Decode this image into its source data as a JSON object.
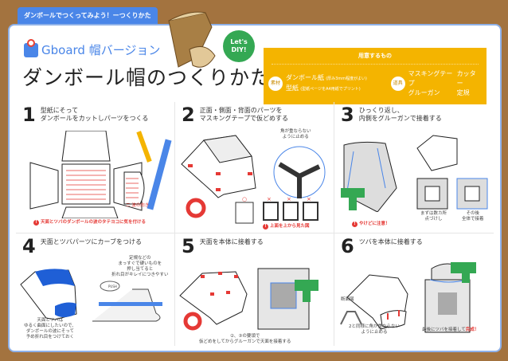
{
  "header": {
    "tab": "ダンボールでつくってみよう！ーつくりかた",
    "subtitle": "Gboard 帽バージョン",
    "title": "ダンボール帽のつくりかた",
    "badge_line1": "Let's",
    "badge_line2": "DIY!"
  },
  "materials": {
    "heading": "用意するもの",
    "material_label": "素材",
    "material_1": "ダンボール紙",
    "material_1_note": "(厚み3mm程度がよい)",
    "material_2": "型紙",
    "material_2_note": "(型紙ページをA4用紙でプリント)",
    "tools_label": "道具",
    "tools": [
      "マスキングテープ",
      "グルーガン",
      "カッター",
      "定規"
    ]
  },
  "steps": [
    {
      "num": "1",
      "title1": "型紙にそって",
      "title2": "ダンボールをカットしパーツをつくる",
      "notes": [
        "二 波の向き"
      ],
      "warning": "天面とツバのダンボールの波のタテヨコに気を付ける"
    },
    {
      "num": "2",
      "title1": "正面・側面・背面のパーツを",
      "title2": "マスキングテープで仮どめする",
      "notes": [
        "角が重ならない",
        "ように止める"
      ],
      "marks": [
        "○",
        "×",
        "×",
        "×"
      ],
      "warning": "上面を上から見た図"
    },
    {
      "num": "3",
      "title1": "ひっくり返し、",
      "title2": "内側をグルーガンで接着する",
      "notes": [
        "まずは数カ所",
        "点づけし",
        "その後",
        "全体で接着"
      ],
      "warning": "やけどに注意！"
    },
    {
      "num": "4",
      "title1": "天面とツバパーツにカーブをつける",
      "title2": "",
      "notes": [
        "定規などの",
        "まっすぐで硬いものを",
        "押し当てると",
        "折れ目がキレイにつきやすい",
        "PUSH",
        "天面とツバは",
        "ゆるく曲面にしたいので、",
        "ダンボールの波にそって",
        "予め折れ目をつけておく"
      ]
    },
    {
      "num": "5",
      "title1": "天面を本体に接着する",
      "title2": "",
      "notes": [
        "②、③の要領で",
        "仮どめをしてからグルーガンで天面を接着する"
      ]
    },
    {
      "num": "6",
      "title1": "ツバを本体に接着する",
      "title2": "",
      "notes": [
        "断面図",
        "2と同様に角が重ならない",
        "ように止める",
        "最後にツバを接着して",
        "完成！"
      ]
    }
  ],
  "colors": {
    "background": "#a3733f",
    "accent_blue": "#4a86e8",
    "materials_yellow": "#f4b400",
    "badge_green": "#34a853",
    "warning_red": "#e53935"
  }
}
